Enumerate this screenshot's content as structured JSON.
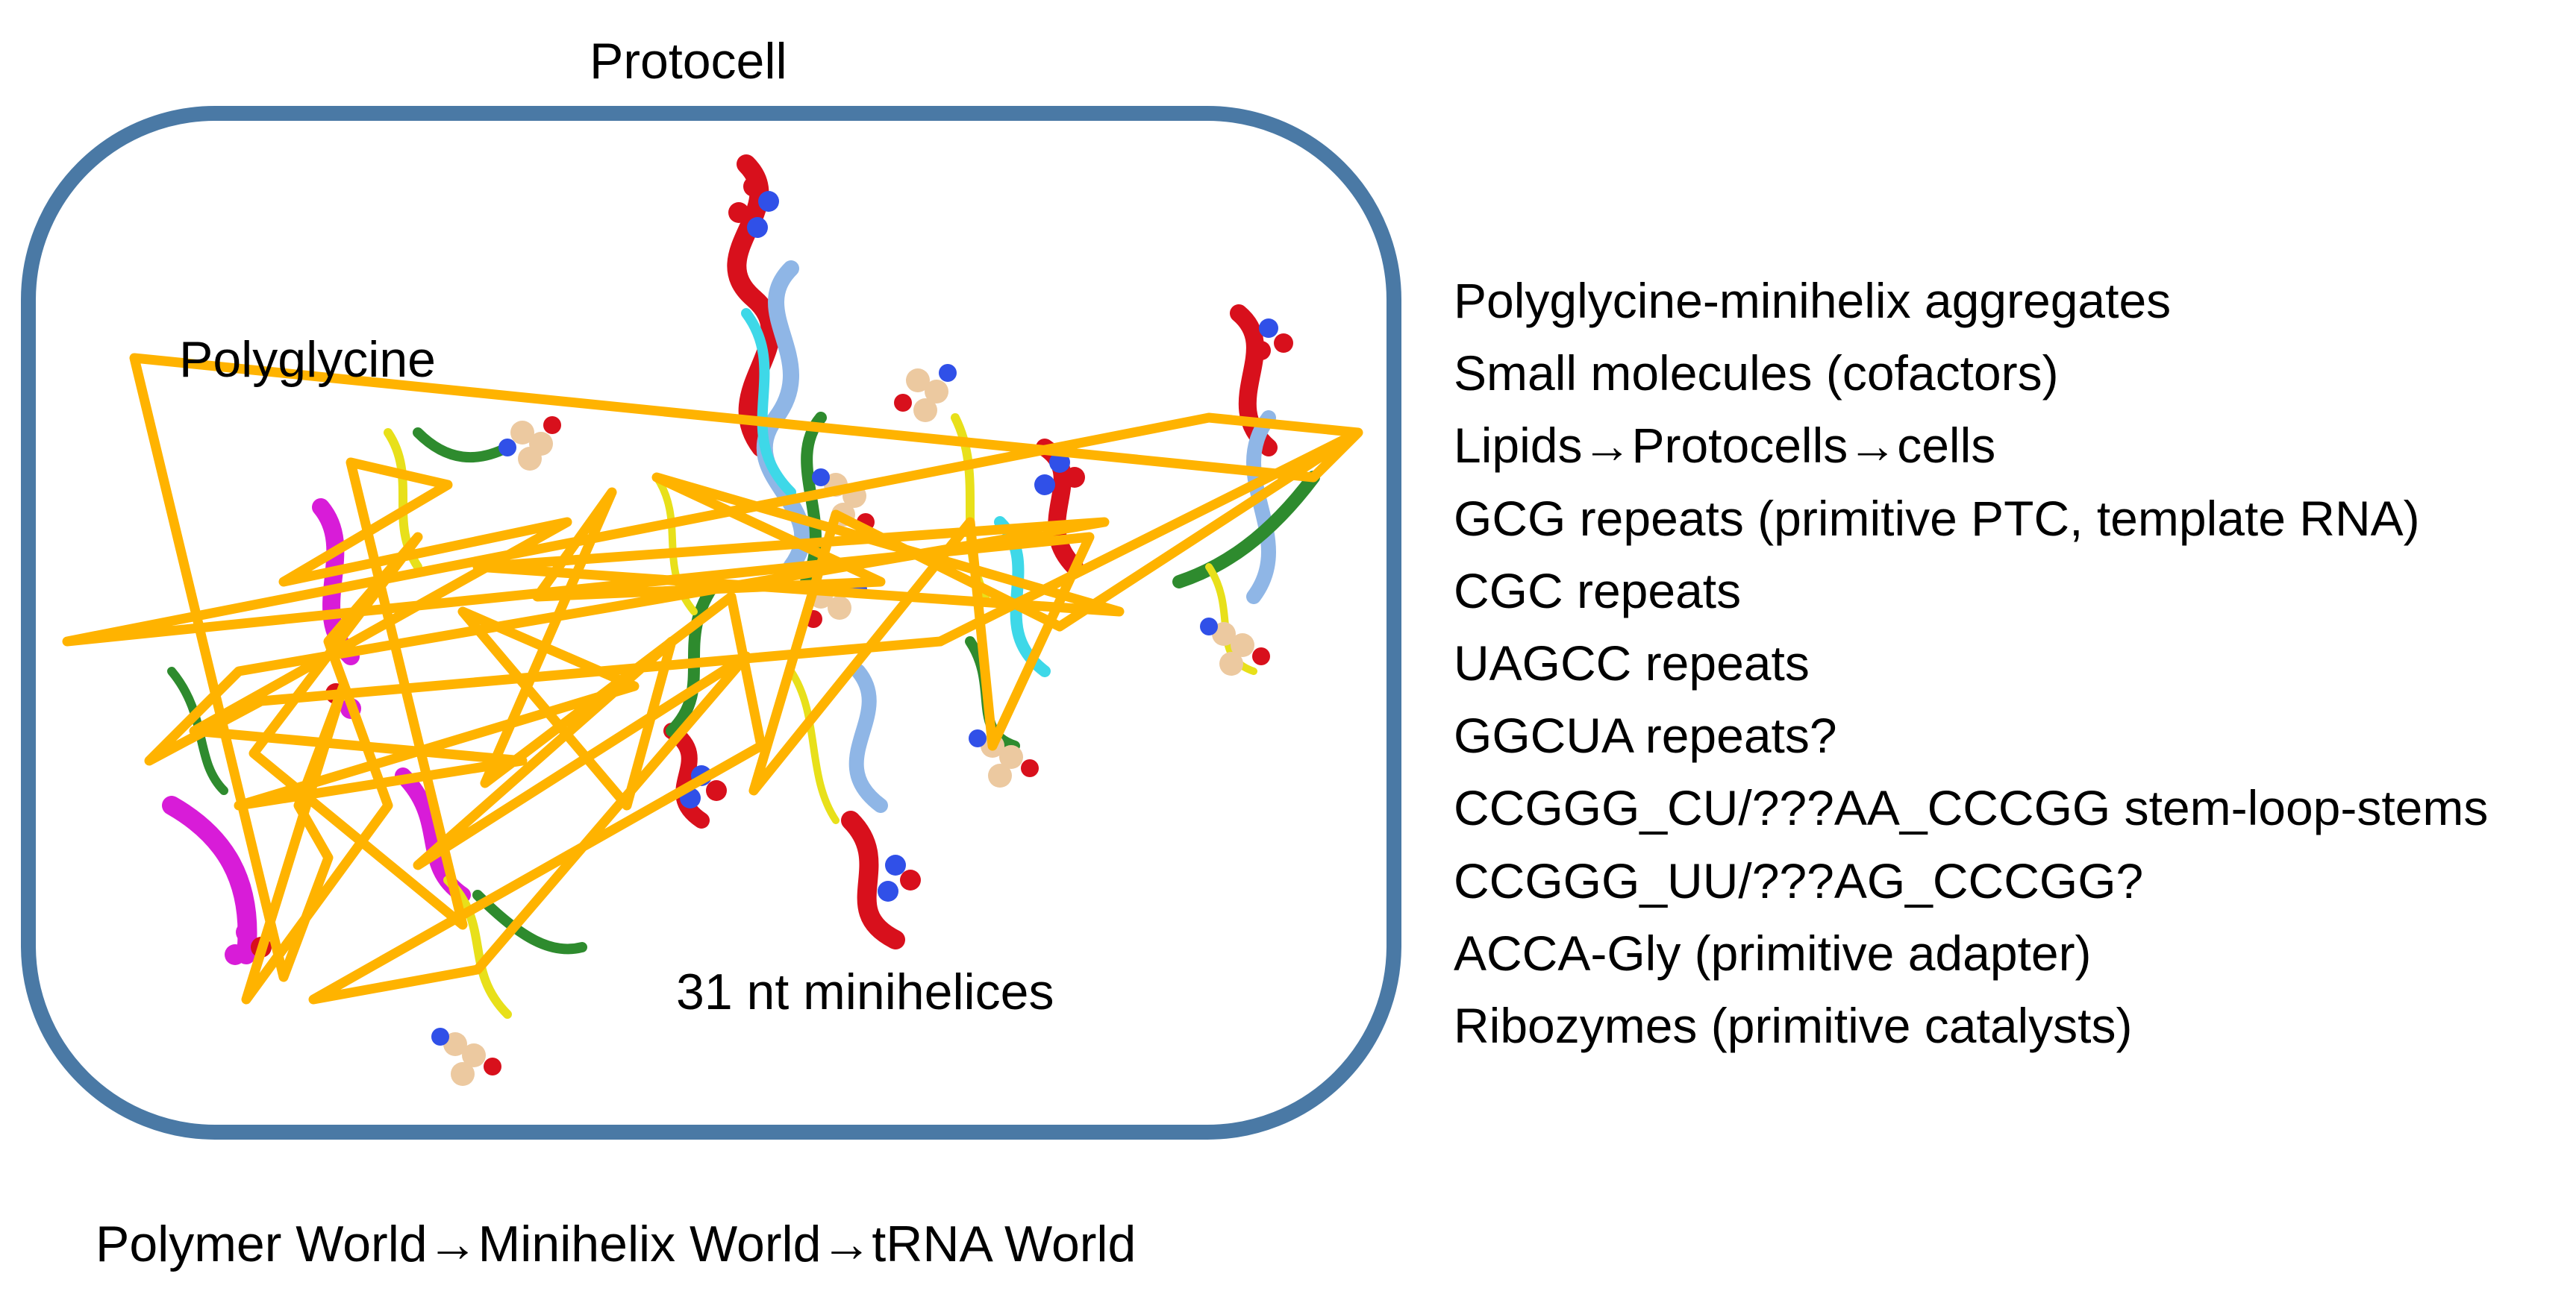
{
  "diagram": {
    "title": "Protocell",
    "polymer_label": "Polyglycine",
    "minihelix_label": "31 nt minihelices",
    "bottom_caption": "Polymer World→Minihelix World→tRNA World",
    "features": [
      "Polyglycine-minihelix aggregates",
      "Small molecules (cofactors)",
      "Lipids→Protocells→cells",
      "GCG repeats (primitive PTC, template RNA)",
      "CGC repeats",
      "UAGCC repeats",
      "GGCUA repeats?",
      "CCGGG_CU/???AA_CCCGG stem-loop-stems",
      "CCGGG_UU/???AG_CCCGG?",
      "ACCA-Gly (primitive adapter)",
      "Ribozymes (primitive catalysts)"
    ]
  },
  "colors": {
    "membrane": "#4a79a5",
    "polyglycine": "#ffb300",
    "rna_red": "#d8101c",
    "rna_green": "#2e8b2e",
    "rna_yellow": "#e8e01a",
    "rna_cyan": "#3ed8e8",
    "rna_magenta": "#d81cd8",
    "rna_lightblue": "#8fb6e6",
    "atom_blue": "#3050e8",
    "atom_tan": "#ecc9a0"
  }
}
